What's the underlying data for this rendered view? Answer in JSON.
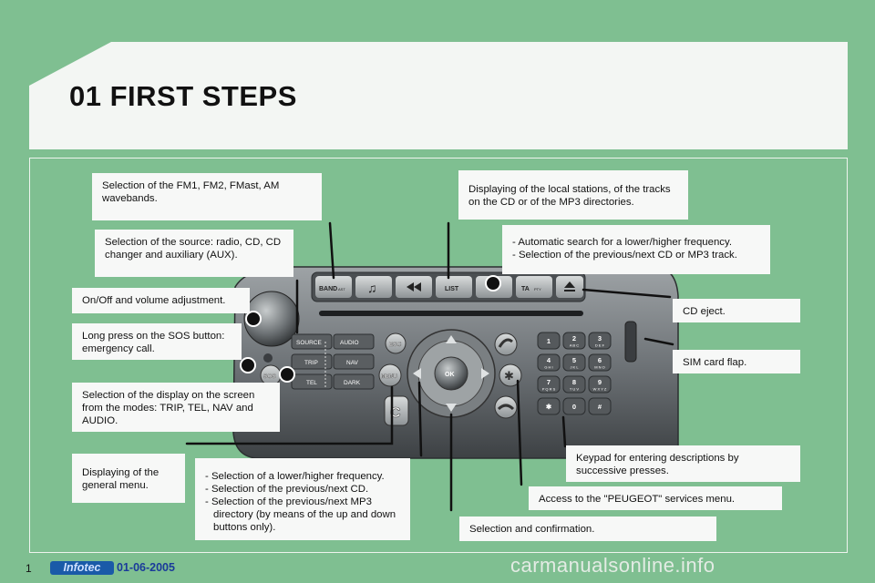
{
  "page": {
    "title": "01 FIRST STEPS",
    "page_number": "1",
    "logo_text": "Infotec",
    "edition_date": "01-06-2005",
    "watermark": "carmanualsonline.info"
  },
  "callouts": {
    "band": "Selection of the FM1, FM2, FMast, AM wavebands.",
    "source": "Selection of the source: radio, CD, CD changer and auxiliary (AUX).",
    "volume": "On/Off and volume adjustment.",
    "sos": "Long press on the SOS button: emergency call.",
    "display_modes": "Selection of the display on the screen from the modes: TRIP, TEL, NAV and AUDIO.",
    "menu": "Displaying of the general menu.",
    "frequency": [
      "- Selection of a lower/higher frequency.",
      "- Selection of the previous/next CD.",
      "- Selection of the previous/next MP3 directory (by means of the up and down buttons only)."
    ],
    "list": "Displaying of the local stations, of the tracks on the CD or of the MP3 directories.",
    "search": [
      "- Automatic search for a lower/higher frequency.",
      "- Selection of the previous/next CD or MP3 track."
    ],
    "eject": "CD eject.",
    "sim": "SIM card flap.",
    "keypad": "Keypad for entering descriptions by successive presses.",
    "services": "Access to the \"PEUGEOT\" services menu.",
    "ok": "Selection and confirmation."
  },
  "radio": {
    "buttons_top": {
      "band": "BAND",
      "band_sub": "AST",
      "list": "LIST",
      "ta": "TA",
      "ta_sub": "PTY"
    },
    "mode_buttons": {
      "source": "SOURCE",
      "audio": "AUDIO",
      "trip": "TRIP",
      "nav": "NAV",
      "tel": "TEL",
      "dark": "DARK"
    },
    "esc": "ESC",
    "menu": "MENU",
    "ok": "OK",
    "sos": "SOS",
    "keypad": [
      {
        "digit": "1",
        "letters": ""
      },
      {
        "digit": "2",
        "letters": "A B C"
      },
      {
        "digit": "3",
        "letters": "D E F"
      },
      {
        "digit": "4",
        "letters": "G H I"
      },
      {
        "digit": "5",
        "letters": "J K L"
      },
      {
        "digit": "6",
        "letters": "M N O"
      },
      {
        "digit": "7",
        "letters": "P Q R S"
      },
      {
        "digit": "8",
        "letters": "T U V"
      },
      {
        "digit": "9",
        "letters": "W X Y Z"
      },
      {
        "digit": "✱",
        "letters": ""
      },
      {
        "digit": "0",
        "letters": ""
      },
      {
        "digit": "#",
        "letters": ""
      }
    ]
  }
}
